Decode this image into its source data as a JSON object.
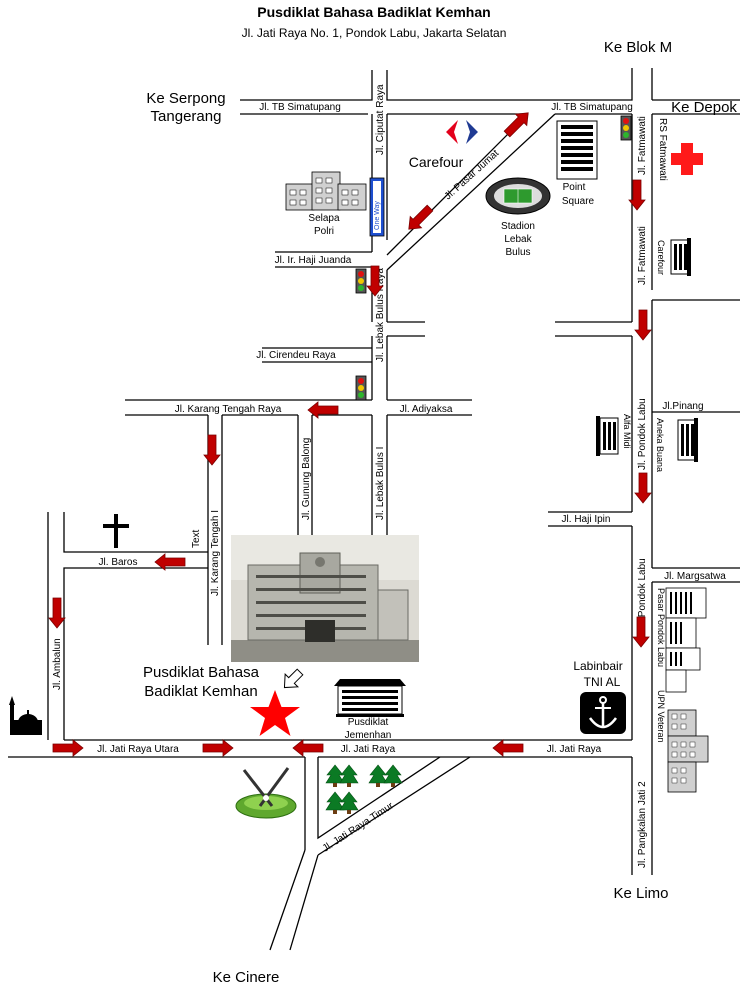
{
  "header": {
    "title": "Pusdiklat Bahasa Badiklat Kemhan",
    "address": "Jl. Jati Raya No. 1, Pondok Labu, Jakarta Selatan"
  },
  "directions": {
    "blok_m": "Ke Blok M",
    "depok": "Ke Depok",
    "serpong_1": "Ke Serpong",
    "serpong_2": "Tangerang",
    "limo": "Ke Limo",
    "cinere": "Ke Cinere"
  },
  "streets": {
    "tb_simatupang_w": "Jl. TB Simatupang",
    "tb_simatupang_e": "Jl. TB Simatupang",
    "ciputat_raya": "Jl. Ciputat Raya",
    "pasar_jumat": "Jl. Pasar Jumat",
    "fatmawati_1": "Jl. Fatmawati",
    "fatmawati_2": "Jl. Fatmawati",
    "haji_juanda": "Jl. Ir. Haji Juanda",
    "lebak_bulus_raya": "Jl. Lebak Bulus Raya",
    "cirendeu_raya": "Jl. Cirendeu Raya",
    "karang_tengah_raya": "Jl. Karang Tengah Raya",
    "adiyaksa": "Jl. Adiyaksa",
    "pinang": "Jl.Pinang",
    "gunung_balong": "Jl. Gunung Balong",
    "lebak_bulus_1": "Jl. Lebak Bulus I",
    "karang_tengah_1": "Jl. Karang Tengah I",
    "text_label": "Text",
    "pondok_labu_1": "Jl. Pondok Labu",
    "pondok_labu_2": "Jl. Pondok Labu",
    "haji_ipin": "Jl. Haji Ipin",
    "baros": "Jl. Baros",
    "margsatwa": "Jl. Margsatwa",
    "ambalun": "Jl. Ambalun",
    "jati_raya_utara": "Jl. Jati Raya Utara",
    "jati_raya_mid": "Jl. Jati Raya",
    "jati_raya_e": "Jl. Jati Raya",
    "jati_raya_timur": "Jl. Jati Raya Timur",
    "pangkalan_jati": "Jl. Pangkalan Jati 2"
  },
  "landmarks": {
    "carefour": "Carefour",
    "point_1": "Point",
    "point_2": "Square",
    "stadion_1": "Stadion",
    "stadion_2": "Lebak",
    "stadion_3": "Bulus",
    "selapa_1": "Selapa",
    "selapa_2": "Polri",
    "rs_fatmawati": "RS Fatmawati",
    "carefour_small": "Carefour",
    "alfa_midi": "Alfa Midi",
    "aneka_buana": "Aneka Buana",
    "pasar_pondok_labu": "Pasar Pondok Labu",
    "upn_veteran": "UPN Veteran",
    "labinbair_1": "Labinbair",
    "labinbair_2": "TNI AL",
    "target_1": "Pusdiklat Bahasa",
    "target_2": "Badiklat Kemhan",
    "jemenhan_1": "Pusdiklat",
    "jemenhan_2": "Jemenhan",
    "one_way": "One Way"
  },
  "colors": {
    "arrow": "#c00000",
    "road": "#000000",
    "star": "#ff0000",
    "cross_red": "#ff1a1a",
    "carefour_blue": "#1f3a93",
    "tree": "#0b7a24",
    "golf_green": "#5fa82e"
  }
}
